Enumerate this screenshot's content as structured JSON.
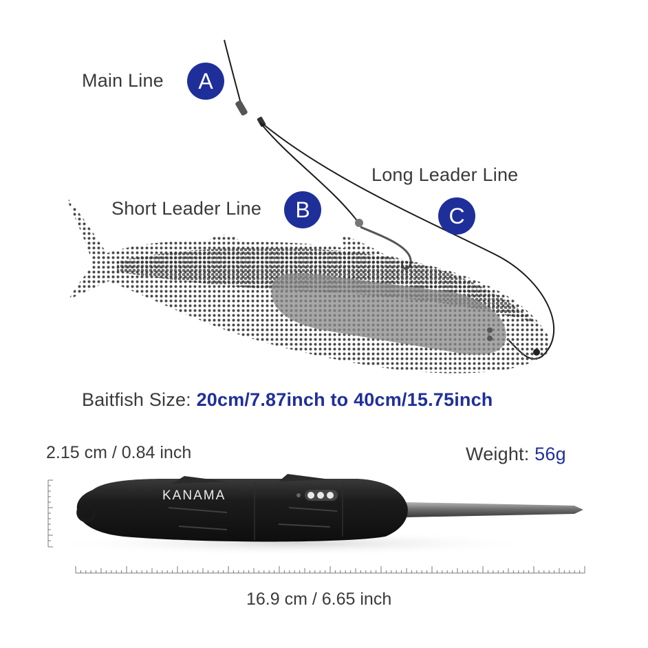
{
  "labels": {
    "main_line": "Main Line",
    "short_leader": "Short Leader Line",
    "long_leader": "Long Leader Line"
  },
  "badges": {
    "a": "A",
    "b": "B",
    "c": "C"
  },
  "baitfish": {
    "prefix": "Baitfish Size: ",
    "value": "20cm/7.87inch to 40cm/15.75inch"
  },
  "dimensions": {
    "height": "2.15 cm / 0.84 inch",
    "length": "16.9 cm / 6.65 inch"
  },
  "weight": {
    "prefix": "Weight: ",
    "value": "56g"
  },
  "brand": "KANAMA",
  "colors": {
    "badge": "#1f2f9a",
    "text": "#3a3a3a",
    "device": "#1e1e1e"
  }
}
